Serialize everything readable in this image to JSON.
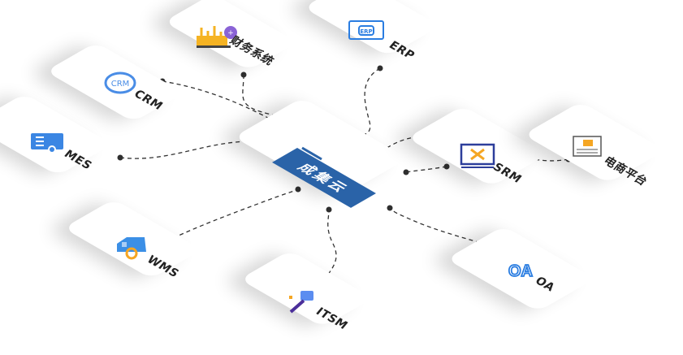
{
  "hub": {
    "label": "成集云",
    "color": "#2a63a8"
  },
  "nodes": [
    {
      "id": "finance",
      "label": "财务系统",
      "icon": "finance-chart-icon"
    },
    {
      "id": "erp",
      "label": "ERP",
      "icon": "erp-chip-icon"
    },
    {
      "id": "crm",
      "label": "CRM",
      "icon": "crm-badge-icon"
    },
    {
      "id": "mes",
      "label": "MES",
      "icon": "mes-document-icon"
    },
    {
      "id": "srm",
      "label": "SRM",
      "icon": "srm-monitor-icon"
    },
    {
      "id": "ecommerce",
      "label": "电商平台",
      "icon": "ecommerce-receipt-icon"
    },
    {
      "id": "wms",
      "label": "WMS",
      "icon": "wms-warehouse-icon"
    },
    {
      "id": "itsm",
      "label": "ITSM",
      "icon": "itsm-key-icon"
    },
    {
      "id": "oa",
      "label": "OA",
      "icon": "oa-logo-icon"
    }
  ],
  "colors": {
    "accent_blue": "#2a7de1",
    "orange": "#f5a623",
    "purple": "#7b5cd6",
    "connector": "#333333"
  }
}
